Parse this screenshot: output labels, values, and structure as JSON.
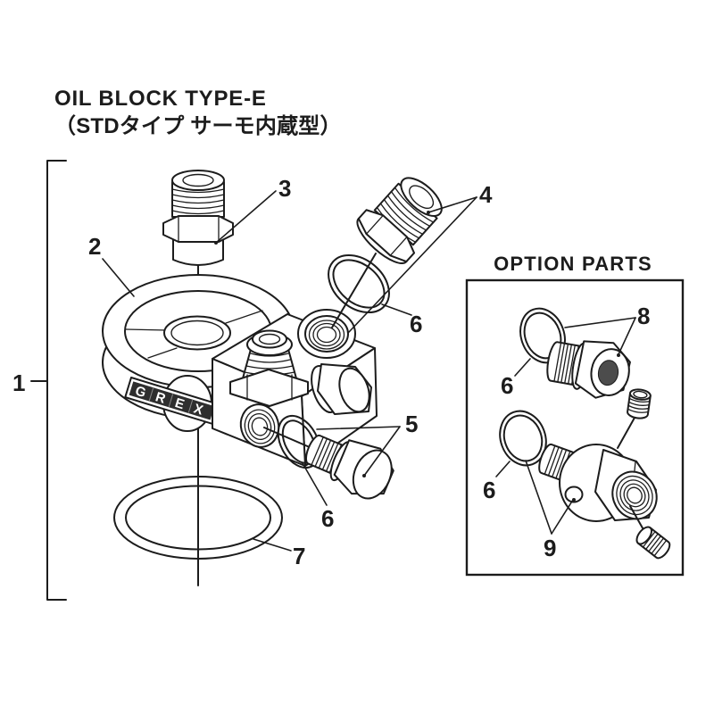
{
  "page": {
    "title": "OIL BLOCK TYPE-E",
    "subtitle": "（STDタイプ サーモ内蔵型）"
  },
  "main_diagram": {
    "description": "exploded view of oil block with thermostat",
    "brand_badge": "GREX",
    "callouts": {
      "c1": "1",
      "c2": "2",
      "c3": "3",
      "c4": "4",
      "c5": "5",
      "c6": "6",
      "c7": "7"
    }
  },
  "option_parts": {
    "title": "OPTION PARTS",
    "callouts": {
      "c6": "6",
      "c8": "8",
      "c9": "9"
    }
  },
  "colors": {
    "line": "#1c1c1c",
    "badge_bg": "#2e2e2e",
    "badge_text": "#ffffff",
    "background": "#ffffff"
  }
}
